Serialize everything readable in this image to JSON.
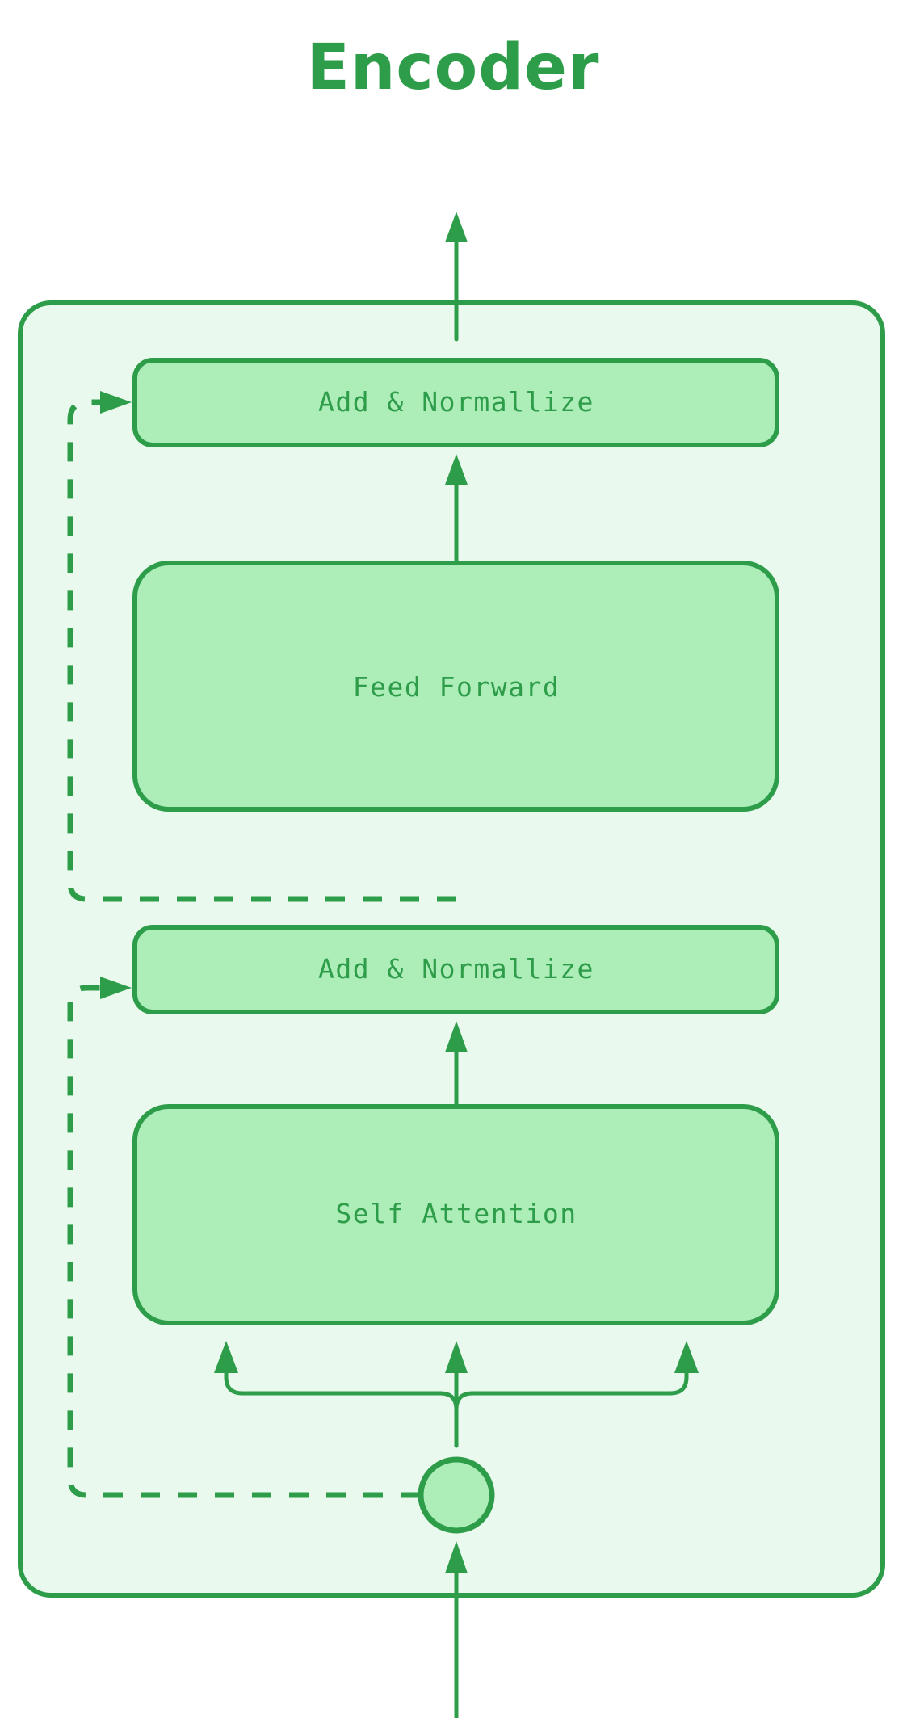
{
  "diagram": {
    "title": "Encoder",
    "accent_color": "#2e9d4a",
    "container_fill": "#e9f9ed",
    "box_fill": "#acedb8",
    "background": "#ffffff",
    "container": {
      "name": "encoder-block"
    },
    "nodes": [
      {
        "id": "add-norm-top",
        "label": "Add & Normallize",
        "shape": "rounded-rect"
      },
      {
        "id": "feed-forward",
        "label": "Feed Forward",
        "shape": "rounded-rect"
      },
      {
        "id": "add-norm-bottom",
        "label": "Add & Normallize",
        "shape": "rounded-rect"
      },
      {
        "id": "self-attention",
        "label": "Self Attention",
        "shape": "rounded-rect"
      },
      {
        "id": "input-node",
        "label": "",
        "shape": "circle"
      }
    ],
    "edges": [
      {
        "from": "input-node",
        "to": "self-attention",
        "style": "solid",
        "note": "query-branch"
      },
      {
        "from": "input-node",
        "to": "self-attention",
        "style": "solid",
        "note": "key-branch"
      },
      {
        "from": "input-node",
        "to": "self-attention",
        "style": "solid",
        "note": "value-branch"
      },
      {
        "from": "self-attention",
        "to": "add-norm-bottom",
        "style": "solid"
      },
      {
        "from": "input-node",
        "to": "add-norm-bottom",
        "style": "dashed",
        "note": "residual"
      },
      {
        "from": "add-norm-bottom",
        "to": "feed-forward",
        "style": "solid"
      },
      {
        "from": "add-norm-bottom",
        "to": "add-norm-top",
        "style": "dashed",
        "note": "residual"
      },
      {
        "from": "feed-forward",
        "to": "add-norm-top",
        "style": "solid"
      },
      {
        "from": "add-norm-top",
        "to": "output",
        "style": "solid"
      },
      {
        "from": "input",
        "to": "input-node",
        "style": "solid"
      }
    ]
  }
}
